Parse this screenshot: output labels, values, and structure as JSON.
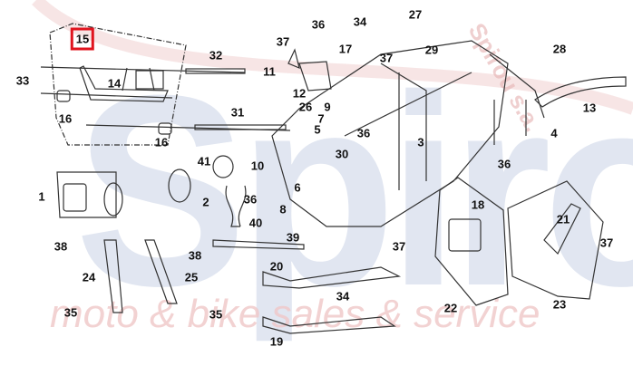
{
  "watermark": {
    "brand": "Spirou",
    "tagline": "moto & bike sales & service",
    "corner": "Spirou s.a."
  },
  "highlighted_part": "15",
  "callouts": [
    "15",
    "33",
    "32",
    "14",
    "16",
    "16",
    "31",
    "37",
    "11",
    "36",
    "34",
    "17",
    "12",
    "27",
    "29",
    "37",
    "28",
    "13",
    "26",
    "9",
    "7",
    "5",
    "36",
    "30",
    "3",
    "4",
    "36",
    "41",
    "10",
    "6",
    "36",
    "8",
    "40",
    "39",
    "1",
    "2",
    "18",
    "21",
    "37",
    "37",
    "22",
    "23",
    "20",
    "34",
    "19",
    "38",
    "38",
    "24",
    "25",
    "35",
    "35"
  ],
  "colors": {
    "highlight": "#e0141e",
    "line": "#333333"
  }
}
